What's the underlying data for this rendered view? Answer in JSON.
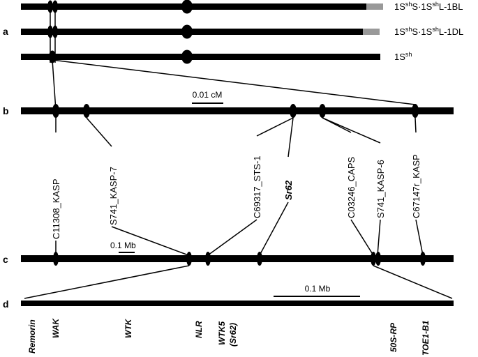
{
  "panels": {
    "a": "a",
    "b": "b",
    "c": "c",
    "d": "d"
  },
  "panel_a": {
    "chromosomes": [
      {
        "prefix": "1S",
        "sup1": "sh",
        "mid": "S·1S",
        "sup2": "sh",
        "suffix": "L-1BL"
      },
      {
        "prefix": "1S",
        "sup1": "sh",
        "mid": "S·1S",
        "sup2": "sh",
        "suffix": "L-1DL"
      },
      {
        "prefix": "1S",
        "sup1": "sh",
        "mid": "",
        "sup2": "",
        "suffix": ""
      }
    ]
  },
  "panel_b": {
    "scale": "0.01 cM",
    "markers": [
      "C11308_KASP",
      "S741_KASP-7",
      "C69317_STS-1",
      "Sr62",
      "C03246_CAPS",
      "S741_KASP-6",
      "C67147r_KASP"
    ]
  },
  "panel_c": {
    "scale": "0.1 Mb"
  },
  "panel_d": {
    "scale": "0.1 Mb",
    "genes": [
      "Remorin",
      "WAK",
      "WTK",
      "NLR",
      "WTK5",
      "(Sr62)",
      "50S-RP",
      "TOE1-B1"
    ]
  },
  "colors": {
    "bar": "#000000",
    "grey_segment": "#999999"
  }
}
